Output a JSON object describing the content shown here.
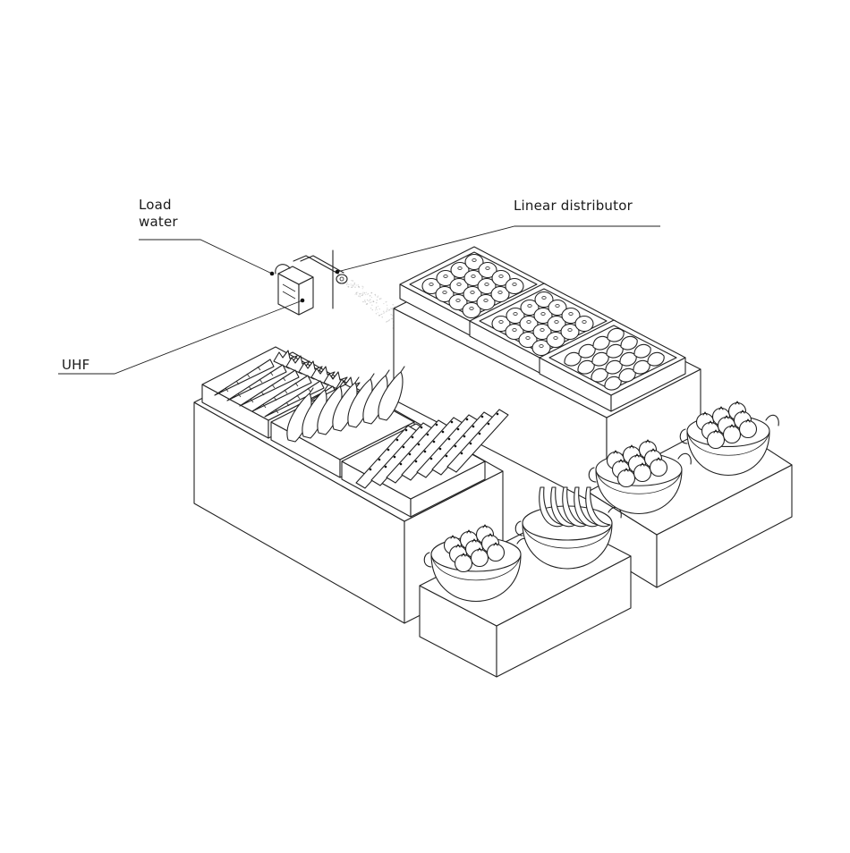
{
  "labels": {
    "load_water_line1": "Load",
    "load_water_line2": "water",
    "linear_distributor": "Linear distributor",
    "uhf": "UHF"
  },
  "colors": {
    "line": "#222222",
    "background": "#ffffff",
    "mist": "#bbbbbb"
  },
  "icons": {
    "humidifier": "humidifier-unit-icon",
    "nozzle": "linear-distributor-nozzle-icon"
  }
}
